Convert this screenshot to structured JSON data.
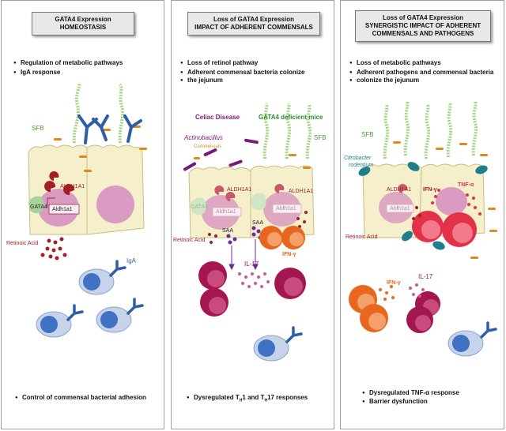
{
  "panels": [
    {
      "title_line1": "GATA4 Expression",
      "title_line2": "HOMEOSTASIS",
      "bullets": [
        "Regulation of metabolic pathways",
        "IgA response"
      ],
      "footer": "Control of commensal bacterial adhesion",
      "labels": {
        "sfb": "SFB",
        "aldh": "ALDH1A1",
        "gata4": "GATA4",
        "gene": "Aldh1a1",
        "retinoic": "Retinoic Acid",
        "iga": "IgA"
      }
    },
    {
      "title_line1": "Loss of GATA4 Expression",
      "title_line2": "IMPACT OF ADHERENT COMMENSALS",
      "bullets": [
        "Loss of retinol pathway",
        "Adherent commensal bacteria colonize",
        "the jejunum"
      ],
      "footer_prefix": "Dysregulated T",
      "footer_sub1": "H",
      "footer_mid": "1 and T",
      "footer_sub2": "H",
      "footer_suffix": "17 responses",
      "labels": {
        "celiac": "Celiac Disease",
        "gata4_mice": "GATA4 deficient mice",
        "actino": "Actinobacillus",
        "commensals": "Commensals",
        "sfb": "SFB",
        "aldh_left": "ALDH1A1",
        "aldh_right": "ALDH1A1",
        "gata4": "GATA4",
        "gene_left": "Aldh1a1",
        "gene_right": "Aldh1a1",
        "saa_left": "SAA",
        "saa_right": "SAA",
        "retinoic": "Retinoic Acid",
        "ifn": "IFN-γ",
        "il17": "IL-17"
      }
    },
    {
      "title_line1": "Loss of GATA4 Expression",
      "title_line2": "SYNERGISTIC IMPACT OF ADHERENT",
      "title_line3": "COMMENSALS AND PATHOGENS",
      "bullets": [
        "Loss of metabolic pathways",
        "Adherent pathogens and commensal bacteria",
        "colonize the jejunum"
      ],
      "footer": [
        "Dysregulated TNF-α response",
        "Barrier dysfunction"
      ],
      "labels": {
        "sfb": "SFB",
        "citro1": "Citrobacter",
        "citro2": "rodentium",
        "aldh": "ALDH1A1",
        "gene": "Aldh1a1",
        "ifn_cell": "IFN-γ",
        "tnf": "TNF-α",
        "retinoic": "Retinoic Acid",
        "ifn": "IFN-γ",
        "il17": "IL-17"
      }
    }
  ],
  "colors": {
    "cell": "#f6efcc",
    "cell_border": "#c9bb86",
    "nucleus": "#d99bc1",
    "red_dot": "#a21d28",
    "orange_cell": "#e8661e",
    "magenta_cell": "#a3164f",
    "red_cell": "#e4314a",
    "antibody": "#2f5ea6",
    "sfb": "#a6d486",
    "purple_bact": "#7a1a7a",
    "orange_rod": "#e0891a",
    "teal_bact": "#1d7f8a",
    "lymph": "#c6d3ea",
    "saa": "#6b2b9a"
  }
}
